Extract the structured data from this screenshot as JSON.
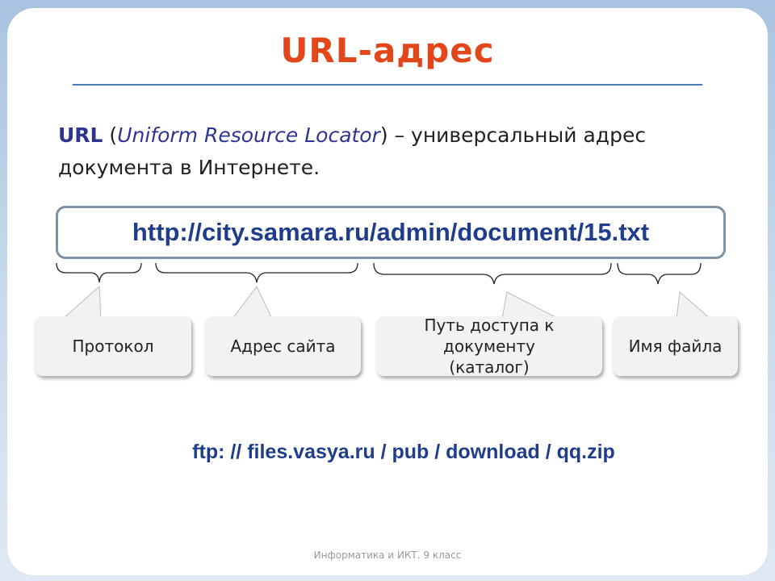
{
  "title": "URL-адрес",
  "definition": {
    "term": "URL",
    "open_paren": " (",
    "expansion": "Uniform Resource Locator",
    "rest": ") – универсальный адрес документа в Интернете."
  },
  "example_url": "http://city.samara.ru/admin/document/15.txt",
  "callouts": [
    {
      "label": "Протокол"
    },
    {
      "label": "Адрес сайта"
    },
    {
      "label": "Путь доступа к документу (каталог)"
    },
    {
      "label": "Имя файла"
    }
  ],
  "ftp_example": "ftp: // files.vasya.ru / pub / download / qq.zip",
  "footer": "Информатика и ИКТ. 9 класс",
  "colors": {
    "title": "#e2471c",
    "accent": "#1f3d8a",
    "term": "#2e3590"
  }
}
